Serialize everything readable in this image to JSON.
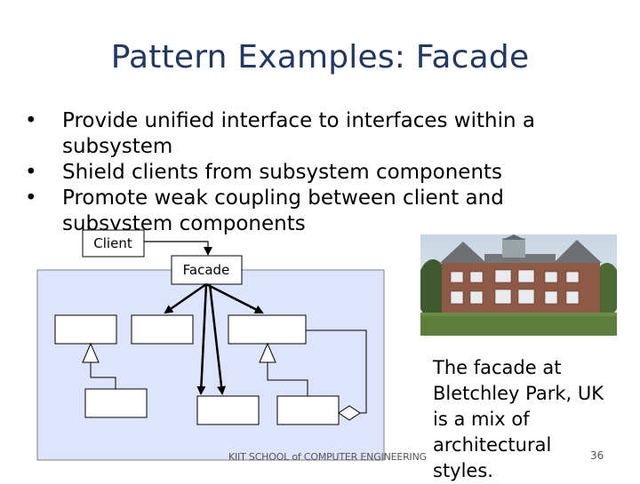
{
  "slide": {
    "title": "Pattern Examples: Facade",
    "bullets": [
      "Provide unified interface to interfaces within a subsystem",
      "Shield clients from subsystem components",
      "Promote weak coupling between client and subsystem components"
    ],
    "bullet_glyph": "•",
    "diagram": {
      "client_label": "Client",
      "facade_label": "Facade"
    },
    "photo_caption": "The facade at Bletchley Park, UK is a mix of architectural styles.",
    "footer": "KIIT SCHOOL of COMPUTER ENGINEERING",
    "page_number": "36"
  },
  "colors": {
    "title": "#1f3864",
    "subsystem_fill": "#dde4fb",
    "subsystem_stroke": "#808080"
  }
}
